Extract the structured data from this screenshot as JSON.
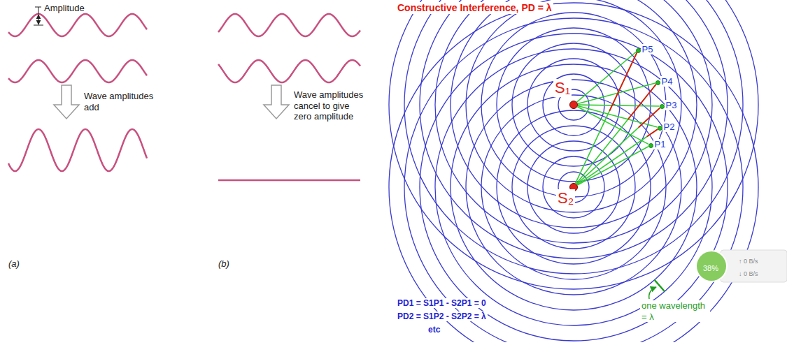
{
  "diagram": {
    "title": "Constructive Interference, PD = λ",
    "nodes": [
      {
        "text": [
          "S₁"
        ]
      },
      {
        "text": [
          "S₂"
        ]
      },
      {
        "text": [
          "P1"
        ]
      },
      {
        "text": [
          "P2"
        ]
      },
      {
        "text": [
          "P3"
        ]
      },
      {
        "text": [
          "P4"
        ]
      },
      {
        "text": [
          "P5"
        ]
      }
    ],
    "edges": [
      {
        "from": 0,
        "to": 2,
        "arrow": "none"
      },
      {
        "from": 0,
        "to": 3,
        "arrow": "none"
      },
      {
        "from": 0,
        "to": 4,
        "arrow": "none"
      },
      {
        "from": 0,
        "to": 5,
        "arrow": "none"
      },
      {
        "from": 0,
        "to": 6,
        "arrow": "none"
      },
      {
        "from": 1,
        "to": 2,
        "arrow": "none"
      },
      {
        "from": 1,
        "to": 3,
        "arrow": "none"
      },
      {
        "from": 1,
        "to": 4,
        "arrow": "none"
      },
      {
        "from": 1,
        "to": 5,
        "arrow": "none"
      },
      {
        "from": 1,
        "to": 6,
        "arrow": "none"
      }
    ],
    "labels": [
      "Amplitude",
      "Wave amplitudes add",
      "(a)",
      "Wave amplitudes cancel to give zero amplitude",
      "(b)",
      "PD1 = S1P1 - S2P1 = 0",
      "PD2 = S1P2 - S2P2 = λ",
      "etc",
      "one wavelength = λ",
      "38%",
      "↑ 0 B/s",
      "↓ 0 B/s"
    ]
  }
}
